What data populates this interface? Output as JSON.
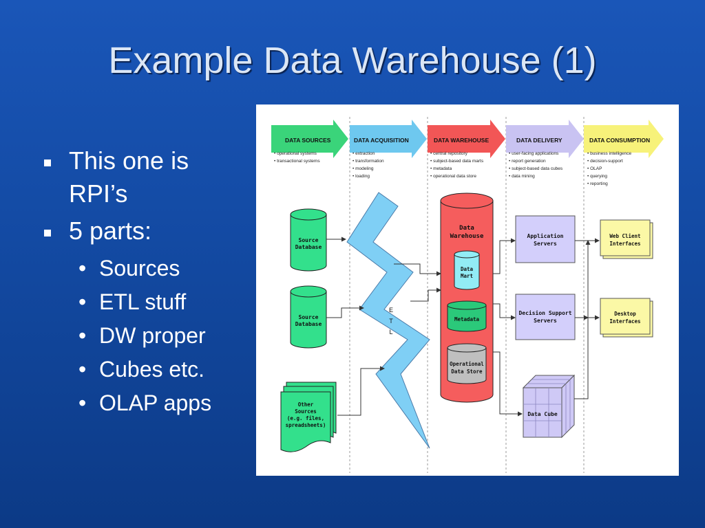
{
  "slide": {
    "title": "Example Data Warehouse (1)",
    "bullets": [
      {
        "text_line1": "This one is",
        "text_line2": "RPI’s"
      },
      {
        "text": "5 parts:",
        "sub": [
          "Sources",
          "ETL stuff",
          "DW proper",
          "Cubes etc.",
          "OLAP apps"
        ]
      }
    ],
    "sub_bullet_glyph": "•"
  },
  "diagram": {
    "stages": [
      {
        "title": "DATA SOURCES",
        "color": "#3ad47a",
        "items": [
          "• operational systems",
          "• transactional systems"
        ]
      },
      {
        "title": "DATA ACQUISITION",
        "color": "#6ec8ef",
        "items": [
          "• extraction",
          "• transformation",
          "• modeling",
          "• loading"
        ]
      },
      {
        "title": "DATA WAREHOUSE",
        "color": "#f25656",
        "items": [
          "• central repository",
          "• subject-based data marts",
          "• metadata",
          "• operational data store"
        ]
      },
      {
        "title": "DATA DELIVERY",
        "color": "#c9c3f2",
        "items": [
          "• user-facing applications",
          "• report generation",
          "• subject-based data cubes",
          "• data mining"
        ]
      },
      {
        "title": "DATA CONSUMPTION",
        "color": "#f7f27a",
        "items": [
          "• business intelligence",
          "• decision-support",
          "• OLAP",
          "• querying",
          "• reporting"
        ]
      }
    ],
    "sources": {
      "db1": [
        "Source",
        "Database"
      ],
      "db2": [
        "Source",
        "Database"
      ],
      "other": [
        "Other",
        "Sources",
        "(e.g. files,",
        "spreadsheets)"
      ]
    },
    "etl_letters": [
      "E",
      "T",
      "L"
    ],
    "warehouse": {
      "title": [
        "Data",
        "Warehouse"
      ],
      "mart": [
        "Data",
        "Mart"
      ],
      "metadata": "Metadata",
      "ods": [
        "Operational",
        "Data Store"
      ]
    },
    "delivery": {
      "app": [
        "Application",
        "Servers"
      ],
      "dss": [
        "Decision Support",
        "Servers"
      ],
      "cube": "Data Cube"
    },
    "consumption": {
      "web": [
        "Web Client",
        "Interfaces"
      ],
      "desktop": [
        "Desktop",
        "Interfaces"
      ]
    },
    "colors": {
      "source_green": "#33e08c",
      "etl_blue": "#7fcff5",
      "warehouse_red": "#f55d5d",
      "mart_cyan": "#92ecf5",
      "metadata_green": "#2bc97a",
      "ods_gray": "#bfbfbf",
      "delivery_lavender": "#d3cffb",
      "consumption_yellow": "#fbf8a6",
      "cube_lavender": "#cfc9f6"
    }
  }
}
